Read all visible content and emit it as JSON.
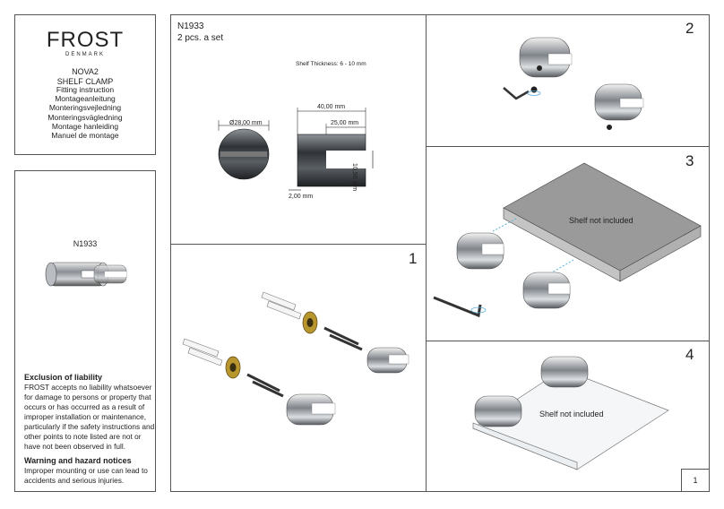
{
  "brand": {
    "logo": "FROST",
    "sublogo": "DENMARK",
    "product_line1": "NOVA2",
    "product_line2": "SHELF CLAMP",
    "instructions": [
      "Fitting instruction",
      "Montageanleitung",
      "Monteringsvejledning",
      "Monteringsvägledning",
      "Montage hanleiding",
      "Manuel de montage"
    ]
  },
  "product_card": {
    "code": "N1933",
    "liability_title": "Exclusion of liability",
    "liability_text": "FROST accepts no liability whatsoever for damage to persons or property that occurs or has occurred as a result of improper installation or maintenance, particularly if the safety instructions and other points to note listed are not or have not been observed in full.",
    "warning_title": "Warning and hazard notices",
    "warning_text": "Improper mounting or use can lead to accidents and serious injuries."
  },
  "spec": {
    "code": "N1933",
    "qty": "2 pcs. a set",
    "thickness": "Shelf Thickness: 6 - 10 mm",
    "dim_diameter": "Ø28,00 mm",
    "dim_length": "40,00 mm",
    "dim_slot": "25,00 mm",
    "dim_height": "10,50 mm",
    "dim_wall": "2,00 mm"
  },
  "steps": {
    "s1": "1",
    "s2": "2",
    "s3": "3",
    "s4": "4",
    "shelf_note_3": "Shelf not included",
    "shelf_note_4": "Shelf not included"
  },
  "page_number": "1",
  "colors": {
    "border": "#555555",
    "shelf_grey": "#9a9a9a",
    "chrome": "#7a7f85",
    "brass": "#b8962e",
    "arrow_blue": "#5ab0d8"
  }
}
